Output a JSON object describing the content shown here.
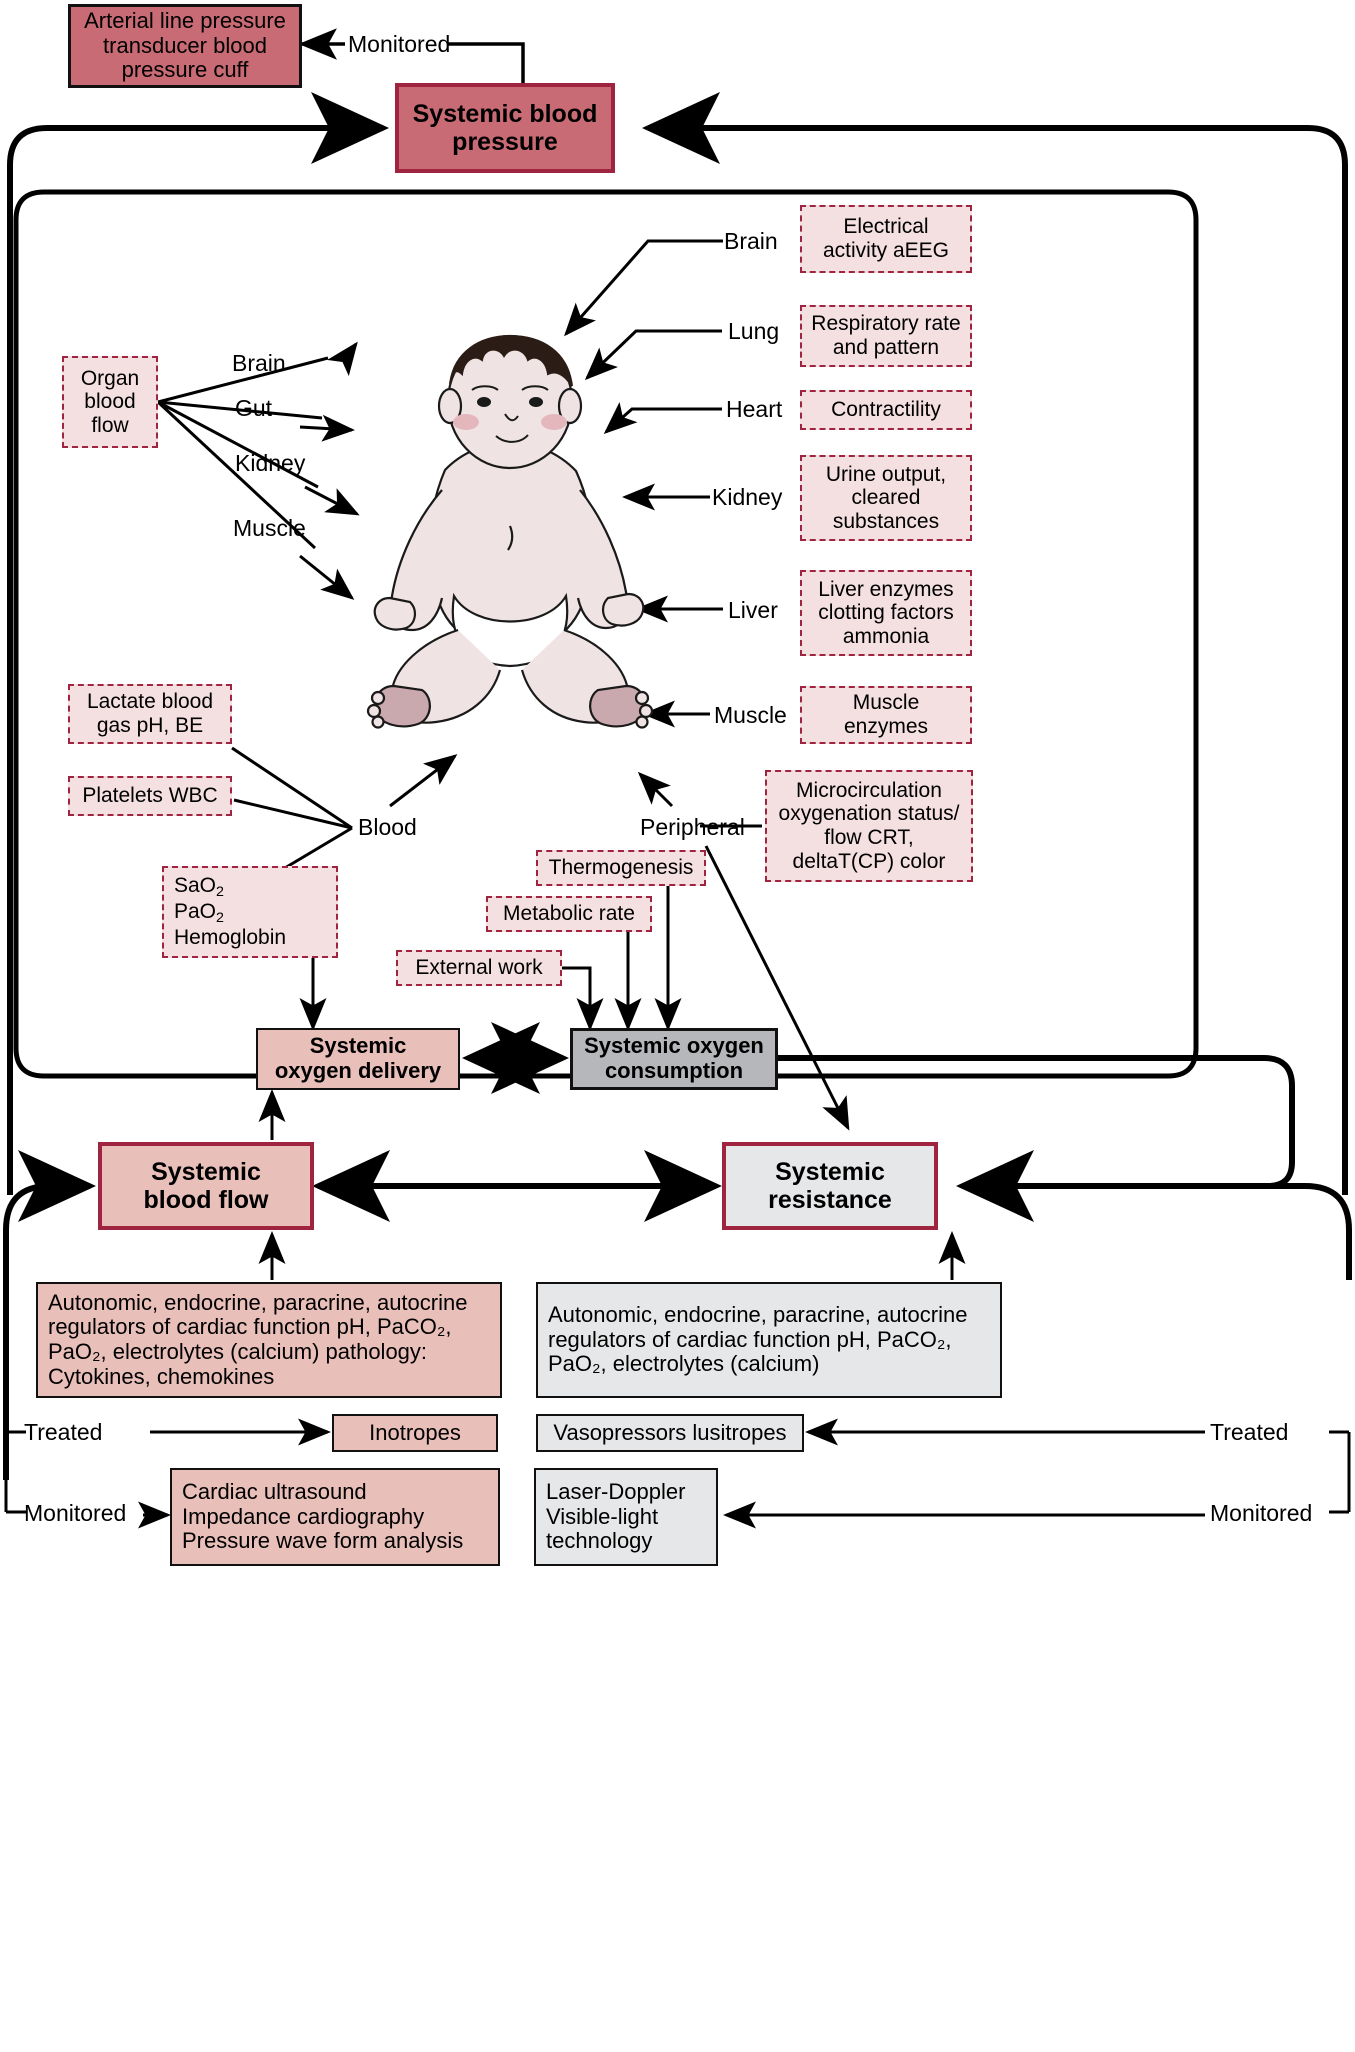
{
  "diagram": {
    "title_nodes": {
      "systemic_blood_pressure": "Systemic blood\npressure",
      "systemic_blood_flow": "Systemic\nblood flow",
      "systemic_resistance": "Systemic\nresistance",
      "systemic_oxygen_delivery": "Systemic\noxygen delivery",
      "systemic_oxygen_consumption": "Systemic oxygen\nconsumption"
    },
    "top": {
      "monitor_box": "Arterial line pressure\ntransducer blood\npressure cuff",
      "monitored_label": "Monitored"
    },
    "organ_flow": {
      "source_box": "Organ\nblood\nflow",
      "targets": [
        "Brain",
        "Gut",
        "Kidney",
        "Muscle"
      ]
    },
    "organ_monitors": [
      {
        "organ": "Brain",
        "measure": "Electrical\nactivity aEEG"
      },
      {
        "organ": "Lung",
        "measure": "Respiratory rate\nand pattern"
      },
      {
        "organ": "Heart",
        "measure": "Contractility"
      },
      {
        "organ": "Kidney",
        "measure": "Urine output,\ncleared\nsubstances"
      },
      {
        "organ": "Liver",
        "measure": "Liver enzymes\nclotting factors\nammonia"
      },
      {
        "organ": "Muscle",
        "measure": "Muscle\nenzymes"
      }
    ],
    "peripheral": {
      "label": "Peripheral",
      "measure": "Microcirculation\noxygenation status/\nflow CRT,\ndeltaT(CP) color"
    },
    "blood": {
      "label": "Blood",
      "items": [
        "Lactate blood\ngas pH, BE",
        "Platelets WBC"
      ],
      "oxygen_box_lines": [
        "SaO",
        "PaO",
        "Hemoglobin"
      ],
      "oxygen_box_subs": [
        "2",
        "2"
      ]
    },
    "consumption_inputs": [
      "Thermogenesis",
      "Metabolic rate",
      "External work"
    ],
    "flow_branch": {
      "regulators": "Autonomic, endocrine, paracrine, autocrine\nregulators of cardiac function pH, PaCO₂,\nPaO₂, electrolytes (calcium) pathology:\nCytokines, chemokines",
      "treated_label": "Treated",
      "treated_box": "Inotropes",
      "monitored_label": "Monitored",
      "monitored_box": "Cardiac ultrasound\nImpedance cardiography\nPressure wave form analysis"
    },
    "resistance_branch": {
      "regulators": "Autonomic, endocrine, paracrine, autocrine\nregulators of cardiac function pH, PaCO₂,\nPaO₂, electrolytes (calcium)",
      "treated_label": "Treated",
      "treated_box": "Vasopressors lusitropes",
      "monitored_label": "Monitored",
      "monitored_box": "Laser-Doppler\nVisible-light\ntechnology"
    },
    "colors": {
      "accent_red": "#9e2440",
      "header_fill": "#c96b74",
      "pink_fill": "#e9bfba",
      "dashed_fill": "#f4dfe1",
      "gray_fill": "#e6e7e8",
      "gray_dark_fill": "#b5b7ba",
      "line": "#000000"
    },
    "illustration": {
      "subject": "seated-infant-illustration"
    }
  }
}
